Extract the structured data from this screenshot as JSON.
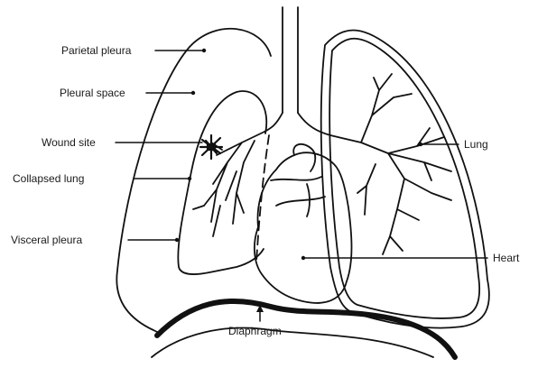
{
  "labels": {
    "parietal_pleura": "Parietal pleura",
    "pleural_space": "Pleural space",
    "wound_site": "Wound site",
    "collapsed_lung": "Collapsed lung",
    "visceral_pleura": "Visceral pleura",
    "lung": "Lung",
    "heart": "Heart",
    "diaphragm": "Diaphragm"
  },
  "colors": {
    "line": "#111111",
    "background": "#ffffff"
  }
}
